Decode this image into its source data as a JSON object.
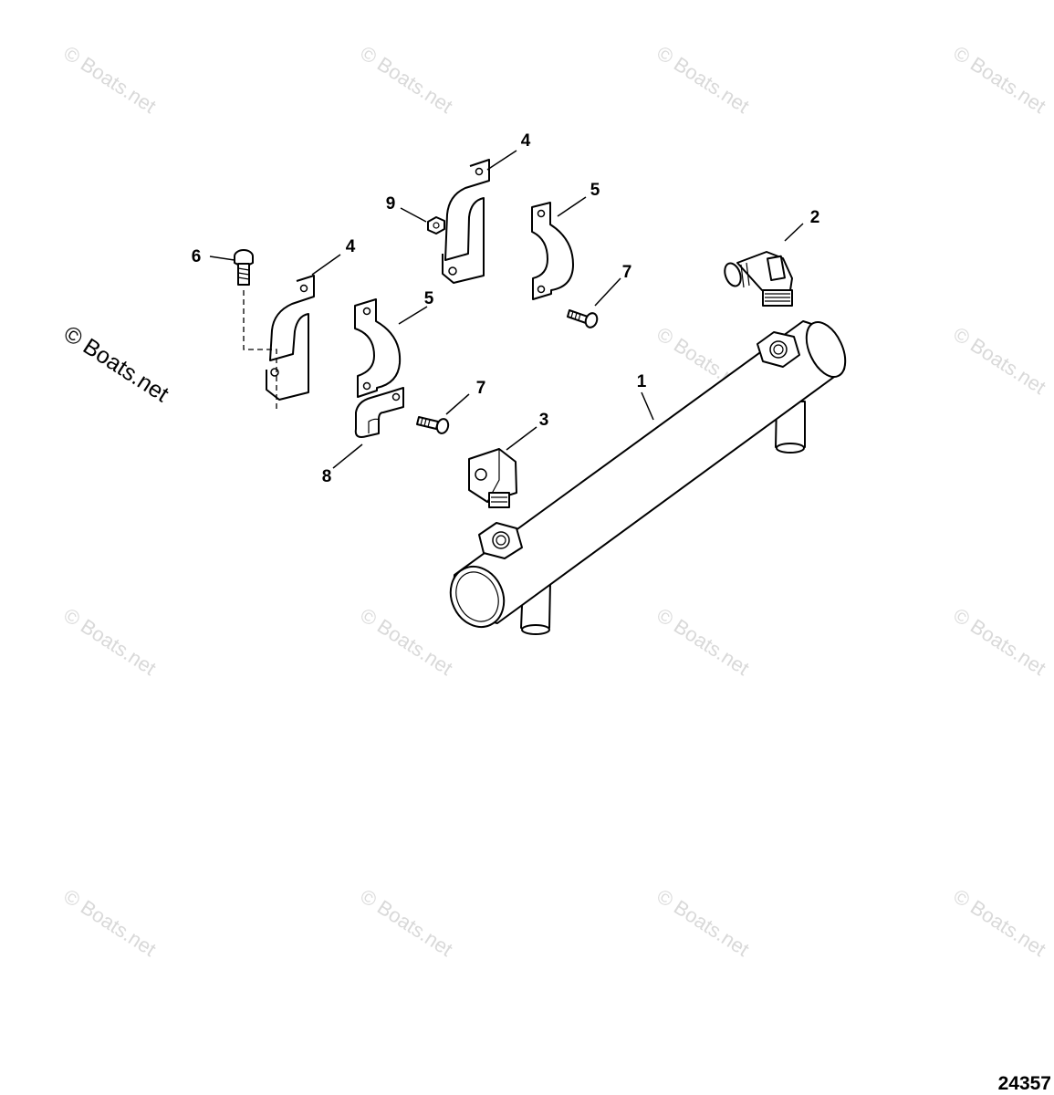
{
  "watermark": {
    "text": "© Boats.net"
  },
  "callouts": {
    "c1": "1",
    "c2": "2",
    "c3": "3",
    "c4a": "4",
    "c4b": "4",
    "c5a": "5",
    "c5b": "5",
    "c6": "6",
    "c7a": "7",
    "c7b": "7",
    "c8": "8",
    "c9": "9"
  },
  "figure_number": "24357"
}
